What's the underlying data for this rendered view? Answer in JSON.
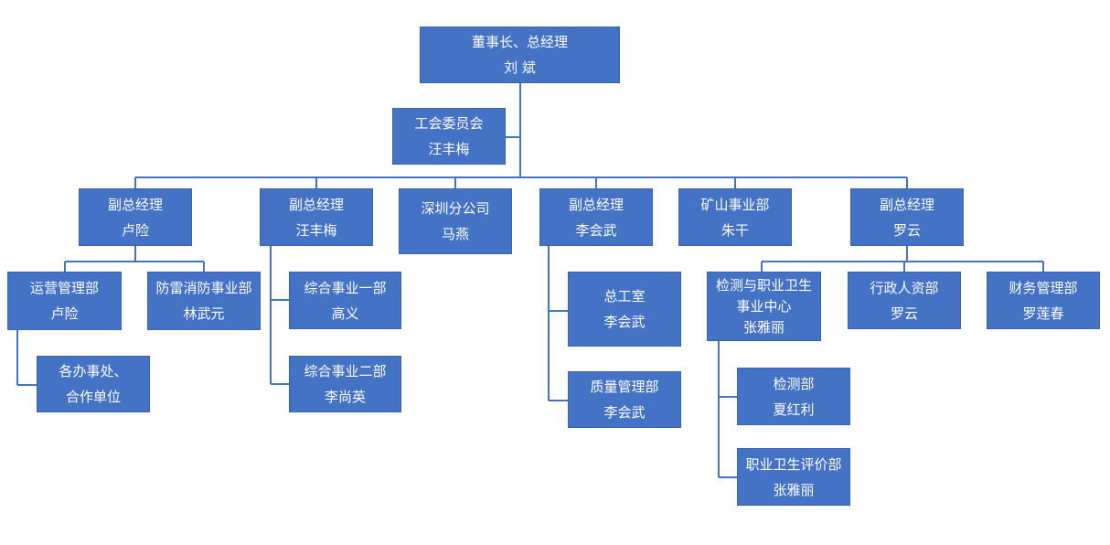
{
  "org_chart": {
    "chairman": {
      "title": "董事长、总经理",
      "name": "刘  斌"
    },
    "union": {
      "title": "工会委员会",
      "name": "汪丰梅"
    },
    "vp_lu": {
      "title": "副总经理",
      "name": "卢险"
    },
    "vp_wang": {
      "title": "副总经理",
      "name": "汪丰梅"
    },
    "shenzhen": {
      "title": "深圳分公司",
      "name": "马燕"
    },
    "vp_li": {
      "title": "副总经理",
      "name": "李会武"
    },
    "mining": {
      "title": "矿山事业部",
      "name": "朱干"
    },
    "vp_luo": {
      "title": "副总经理",
      "name": "罗云"
    },
    "operations": {
      "title": "运营管理部",
      "name": "卢险"
    },
    "lightning": {
      "title": "防雷消防事业部",
      "name": "林武元"
    },
    "offices": {
      "line1": "各办事处、",
      "line2": "合作单位"
    },
    "comp1": {
      "title": "综合事业一部",
      "name": "高义"
    },
    "comp2": {
      "title": "综合事业二部",
      "name": "李尚英"
    },
    "chief_eng": {
      "title": "总工室",
      "name": "李会武"
    },
    "quality": {
      "title": "质量管理部",
      "name": "李会武"
    },
    "health_center": {
      "line1": "检测与职业卫生",
      "line2": "事业中心",
      "name": "张雅丽"
    },
    "hr": {
      "title": "行政人资部",
      "name": "罗云"
    },
    "finance": {
      "title": "财务管理部",
      "name": "罗莲春"
    },
    "testing": {
      "title": "检测部",
      "name": "夏红利"
    },
    "occ_eval": {
      "title": "职业卫生评价部",
      "name": "张雅丽"
    }
  },
  "colors": {
    "box_fill": "#4472C4",
    "connector": "#4472C4",
    "text": "#FFFFFF"
  }
}
